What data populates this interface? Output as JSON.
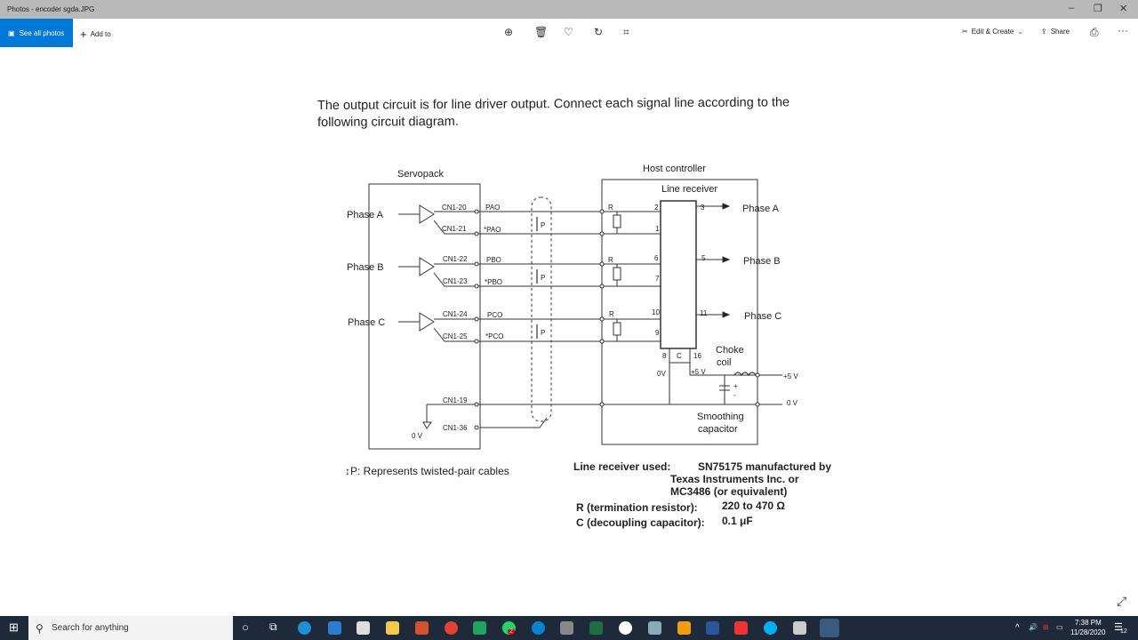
{
  "window": {
    "title": "Photos - encoder sgda.JPG",
    "minimize": "–",
    "maximize": "❐",
    "close": "✕"
  },
  "toolbar": {
    "see_all": "See all photos",
    "add_to": "Add to",
    "edit_create": "Edit & Create",
    "share": "Share",
    "more": "···"
  },
  "document": {
    "intro": "The output circuit is for line driver output. Connect each signal line according to the following circuit diagram.",
    "servopack": "Servopack",
    "host": "Host controller",
    "line_receiver": "Line receiver",
    "phases_in": [
      "Phase A",
      "Phase B",
      "Phase C"
    ],
    "pins": [
      "CN1-20",
      "CN1-21",
      "CN1-22",
      "CN1-23",
      "CN1-24",
      "CN1-25",
      "CN1-19",
      "CN1-36"
    ],
    "signals": [
      "PAO",
      "*PAO",
      "PBO",
      "*PBO",
      "PCO",
      "*PCO"
    ],
    "p": "P",
    "r": "R",
    "ov_left": "0 V",
    "ic_pins": [
      "2",
      "1",
      "6",
      "7",
      "10",
      "9",
      "3",
      "5",
      "11",
      "8",
      "16"
    ],
    "phases_out": [
      "Phase A",
      "Phase B",
      "Phase C"
    ],
    "c": "C",
    "ov_ic": "0V",
    "plus5_ic": "+5 V",
    "choke": [
      "Choke",
      "coil"
    ],
    "plus5": "+5 V",
    "ov": "0 V",
    "cap_plus": "+",
    "cap_minus": "-",
    "smoothing": [
      "Smoothing",
      "capacitor"
    ],
    "twisted_note": "↕P: Represents twisted-pair cables",
    "receiver_used_label": "Line receiver used:",
    "receiver_used": "SN75175 manufactured by",
    "receiver_used2": "Texas Instruments Inc. or",
    "receiver_used3": "MC3486 (or equivalent)",
    "r_label": "R (termination resistor):",
    "r_value": "220 to 470 Ω",
    "c_label": "C (decoupling capacitor):",
    "c_value": "0.1 μF"
  },
  "taskbar": {
    "search": "Search for anything",
    "time": "7:38 PM",
    "date": "11/28/2020",
    "notif": "12",
    "badge": "2"
  }
}
